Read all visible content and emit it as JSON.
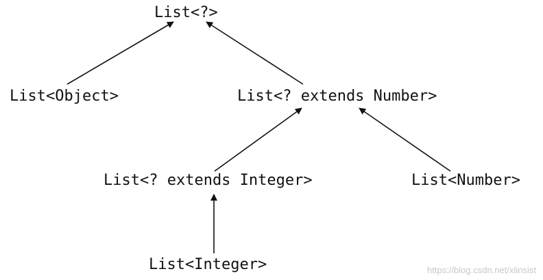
{
  "diagram": {
    "nodes": {
      "root": "List<?>",
      "object": "List<Object>",
      "extends_number": "List<? extends Number>",
      "extends_integer": "List<? extends Integer>",
      "number": "List<Number>",
      "integer": "List<Integer>"
    },
    "edges": [
      {
        "from": "object",
        "to": "root"
      },
      {
        "from": "extends_number",
        "to": "root"
      },
      {
        "from": "extends_integer",
        "to": "extends_number"
      },
      {
        "from": "number",
        "to": "extends_number"
      },
      {
        "from": "integer",
        "to": "extends_integer"
      }
    ],
    "colors": {
      "text": "#111111",
      "arrow": "#111111",
      "watermark": "#c8c8c8"
    }
  },
  "watermark": "https://blog.csdn.net/xlinsist"
}
